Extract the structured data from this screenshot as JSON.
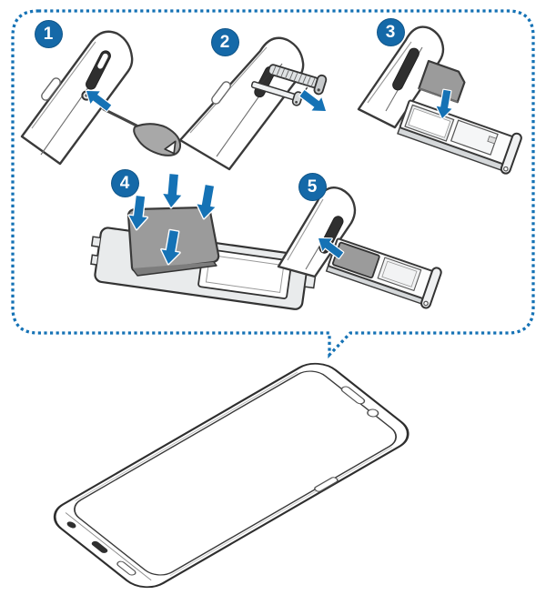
{
  "colors": {
    "accent": "#1572B5",
    "badge": "#1569A8",
    "outline": "#3A3A3A",
    "sim-gray": "#9B9B9B",
    "tray-light": "#E9EBEC",
    "tray-mid": "#D5D8DA",
    "slot-dark": "#2F2F2F",
    "pin-gray": "#A8A8A8",
    "background": "#FFFFFF"
  },
  "steps": [
    {
      "number": "1",
      "illustration": "ejection-pin-inserted-into-tray-hole"
    },
    {
      "number": "2",
      "illustration": "tray-pulled-out-of-slot"
    },
    {
      "number": "3",
      "illustration": "sim-card-placed-on-tray"
    },
    {
      "number": "4",
      "illustration": "sim-card-pressed-into-tray"
    },
    {
      "number": "5",
      "illustration": "tray-inserted-back-into-device"
    }
  ],
  "callout": {
    "shape": "dotted-rounded-speech-bubble"
  },
  "device": {
    "illustration": "smartphone-front-tilted"
  }
}
